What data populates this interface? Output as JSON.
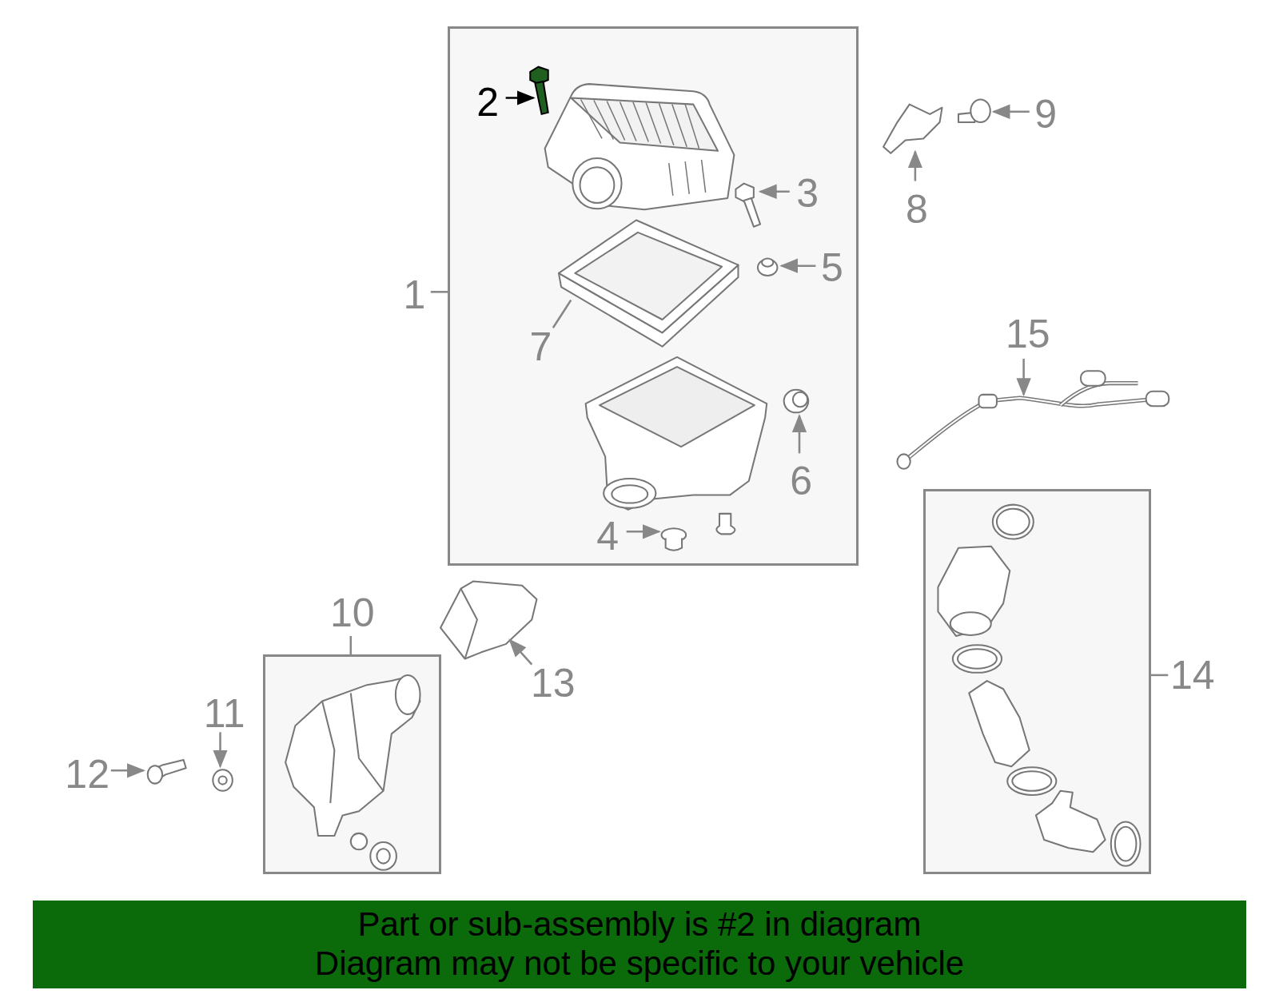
{
  "diagram": {
    "nodes": [
      {
        "text": [
          "1"
        ]
      },
      {
        "text": [
          "14"
        ]
      },
      {
        "text": [
          "10"
        ]
      },
      {
        "text": [
          "Part or sub-assembly is #2 in diagram",
          "Diagram may not be specific to your vehicle"
        ]
      }
    ],
    "labels": [
      "2",
      "9",
      "3",
      "8",
      "5",
      "15",
      "7",
      "6",
      "4",
      "13",
      "11",
      "12"
    ]
  }
}
